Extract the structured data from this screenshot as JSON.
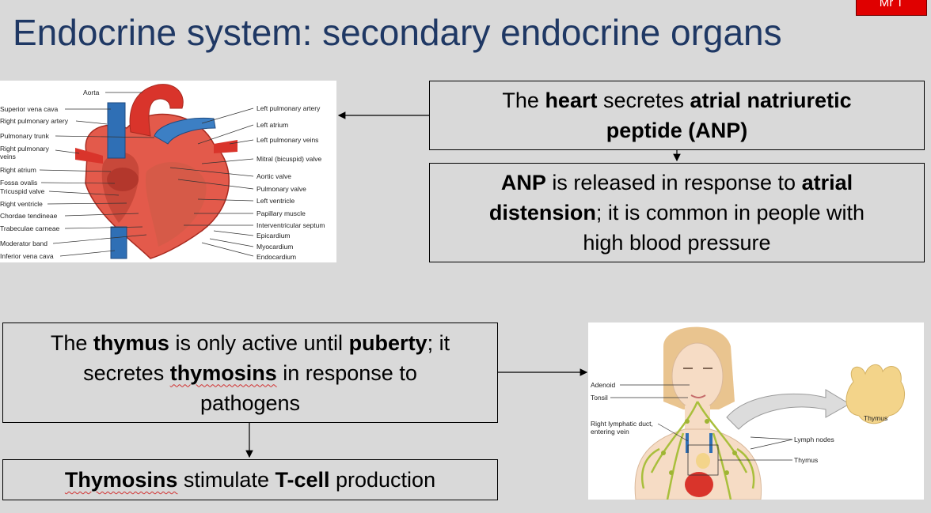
{
  "slide": {
    "title": "Endocrine system: secondary endocrine organs",
    "badge": "Mr T"
  },
  "heart_diagram": {
    "left_labels": [
      "Superior vena cava",
      "Right pulmonary artery",
      "Pulmonary trunk",
      "Right pulmonary",
      "veins",
      "Right atrium",
      "Fossa ovalis",
      "Tricuspid valve",
      "Right ventricle",
      "Chordae tendineae",
      "Trabeculae carneae",
      "Moderator band",
      "Inferior vena cava"
    ],
    "top_label": "Aorta",
    "right_labels": [
      "Left pulmonary artery",
      "Left atrium",
      "Left pulmonary veins",
      "Mitral (bicuspid) valve",
      "Aortic valve",
      "Pulmonary valve",
      "Left ventricle",
      "Papillary muscle",
      "Interventricular septum",
      "Epicardium",
      "Myocardium",
      "Endocardium"
    ]
  },
  "box_heart": {
    "l1a": "The ",
    "l1b": "heart",
    "l1c": " secretes ",
    "l1d": "atrial natriuretic",
    "l2": "peptide (ANP)"
  },
  "box_anp": {
    "l1a": "ANP",
    "l1b": " is released in response to ",
    "l1c": "atrial",
    "l2a": "distension",
    "l2b": "; it is common in people with",
    "l3": "high blood pressure"
  },
  "box_thymus": {
    "l1a": "The ",
    "l1b": "thymus",
    "l1c": " is only active until ",
    "l1d": "puberty",
    "l1e": "; it",
    "l2a": "secretes ",
    "l2b": "thymosins",
    "l2c": " in response to",
    "l3": "pathogens"
  },
  "box_thymosins": {
    "a": "Thymosins",
    "b": " stimulate ",
    "c": "T-cell",
    "d": " production"
  },
  "thymus_diagram": {
    "labels": [
      "Adenoid",
      "Tonsil",
      "Right lymphatic duct,",
      "entering vein",
      "Lymph nodes",
      "Thymus",
      "Thymus"
    ]
  },
  "colors": {
    "title": "#1f3864",
    "background": "#d9d9d9",
    "badge": "#e00000",
    "heart_red": "#d9342b",
    "vessel_blue": "#2f6fb5",
    "thymus_yellow": "#f3d48a"
  }
}
